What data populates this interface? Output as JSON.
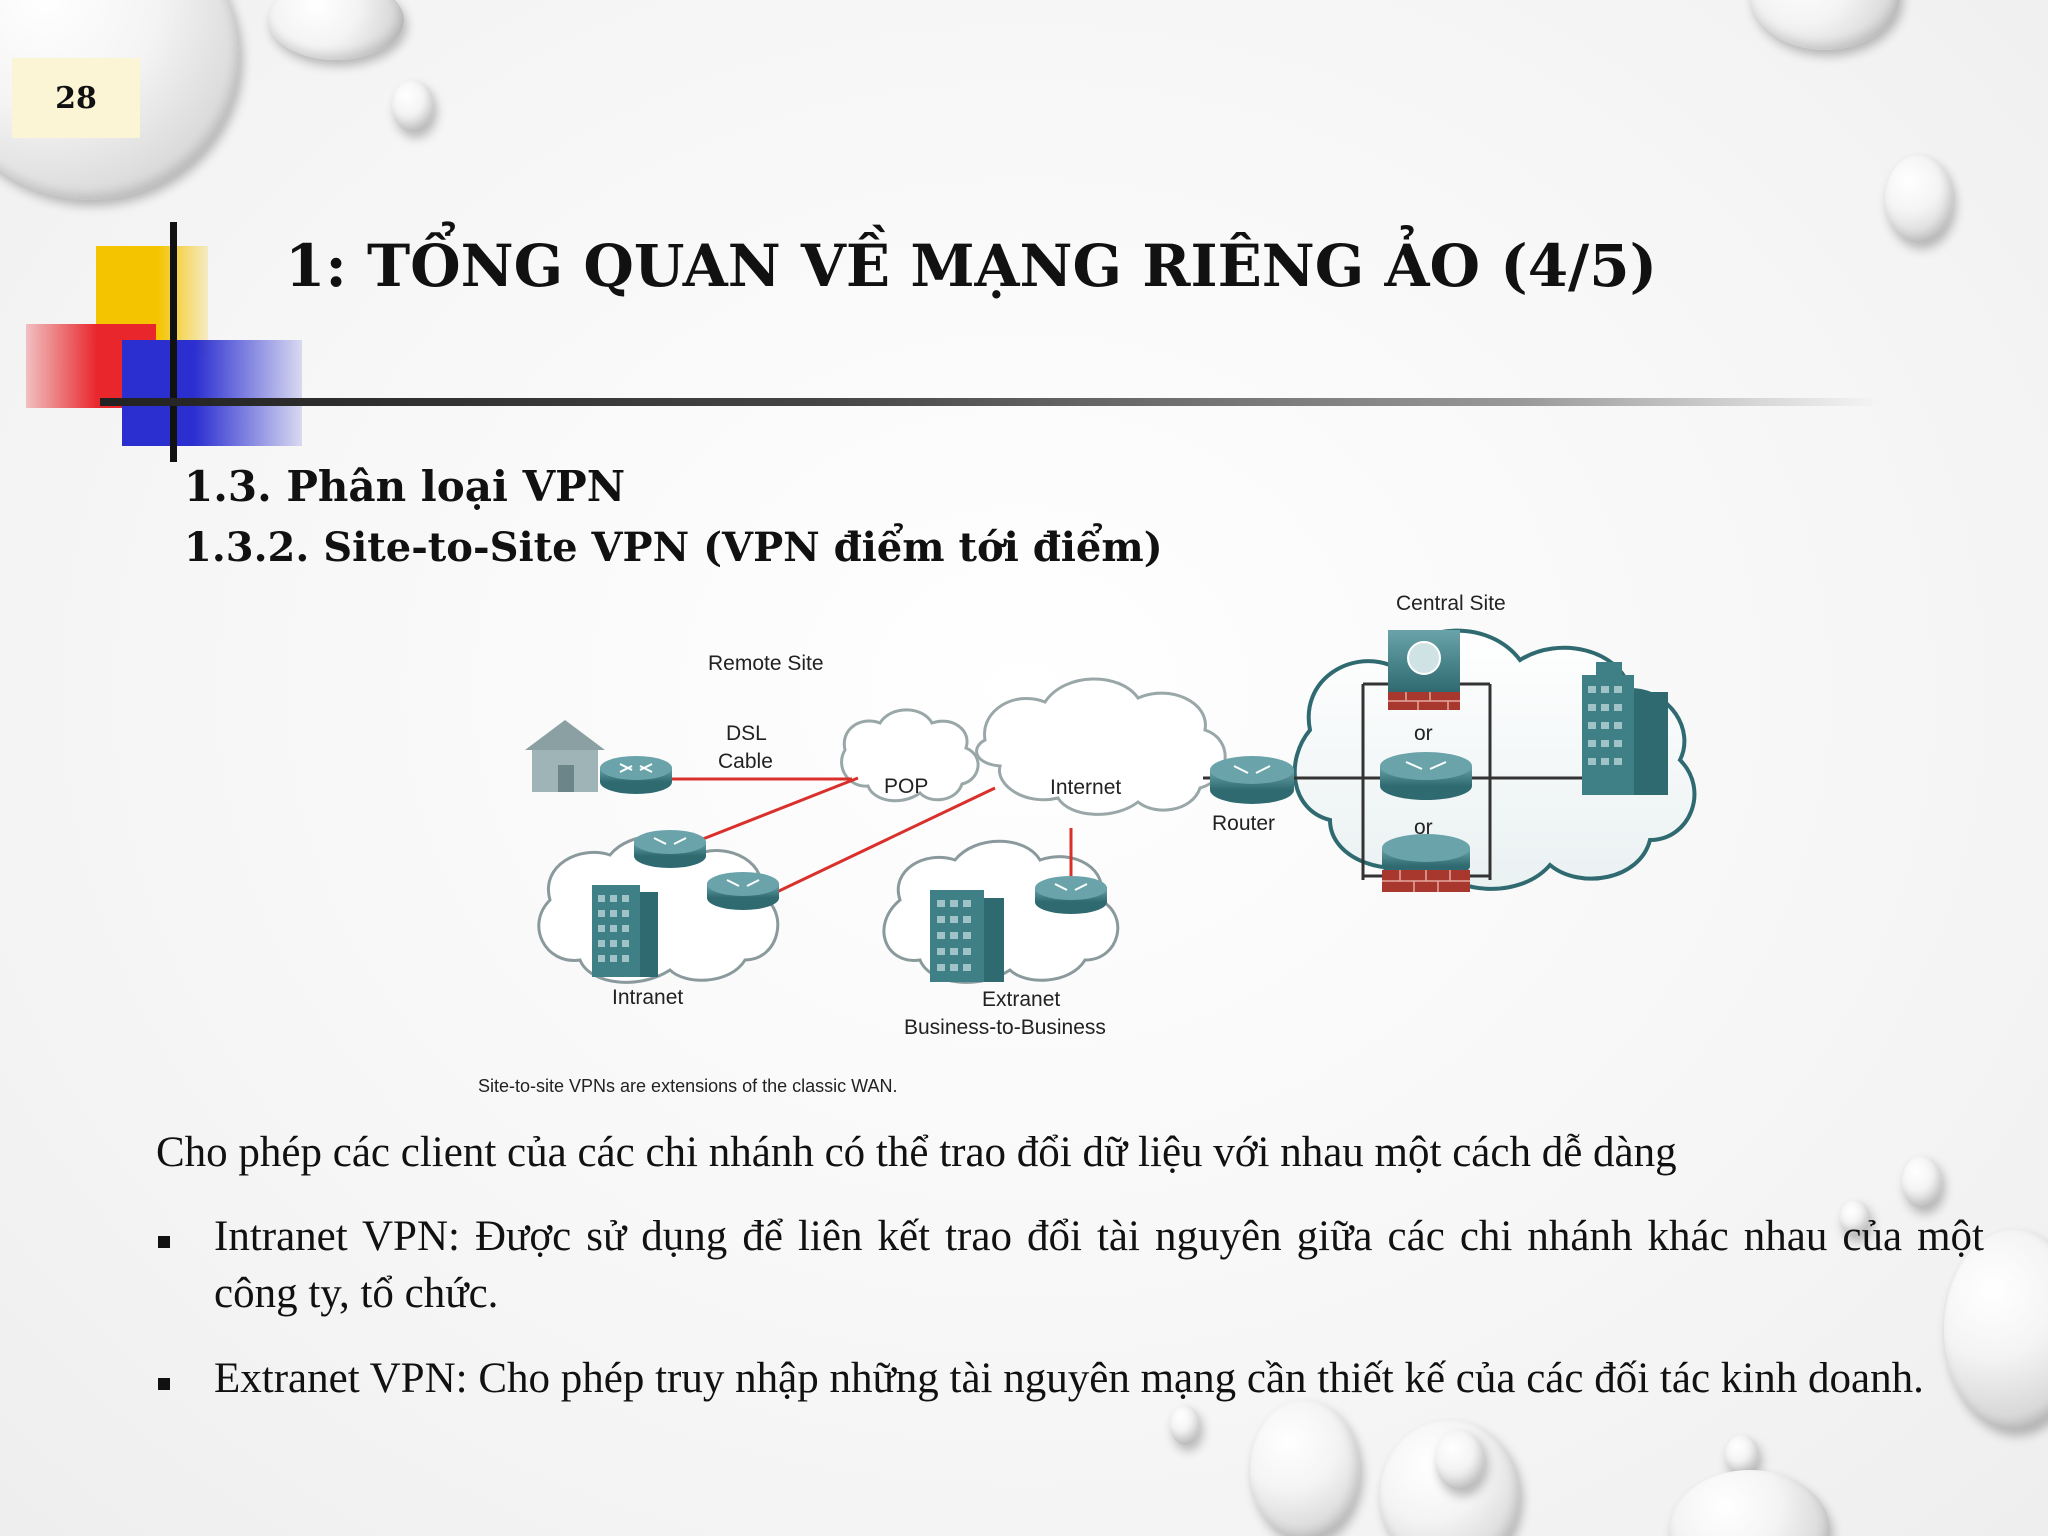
{
  "slide": {
    "page_number": "28",
    "title": "1: TỔNG QUAN VỀ MẠNG RIÊNG ẢO (4/5)",
    "section_heading": "1.3. Phân loại VPN",
    "subsection_heading": "1.3.2. Site-to-Site VPN (VPN điểm tới điểm)",
    "figure": {
      "labels": {
        "central_site": "Central Site",
        "remote_site": "Remote Site",
        "dsl_line1": "DSL",
        "dsl_line2": "Cable",
        "pop": "POP",
        "internet": "Internet",
        "router": "Router",
        "or_top": "or",
        "or_bottom": "or",
        "intranet": "Intranet",
        "extranet_line1": "Extranet",
        "extranet_line2": "Business-to-Business"
      },
      "caption": "Site-to-site VPNs are extensions of the classic WAN."
    },
    "intro_text": "Cho phép các client của các chi nhánh có thể trao đổi dữ liệu với nhau một cách dễ dàng",
    "bullets": [
      {
        "text": "Intranet VPN: Được sử dụng để liên kết trao đổi tài nguyên giữa các chi nhánh khác nhau của một công ty, tổ chức."
      },
      {
        "text": " Extranet VPN: Cho phép truy nhập những tài nguyên mạng cần thiết kế của các đối tác kinh doanh."
      }
    ],
    "colors": {
      "deco_yellow": "#f5c400",
      "deco_red": "#e8262b",
      "deco_blue": "#2b2fd0",
      "page_box": "#fbf5d6",
      "device_teal": "#3f7f86",
      "link_red": "#d9302c",
      "firewall_red": "#a8372d"
    }
  }
}
